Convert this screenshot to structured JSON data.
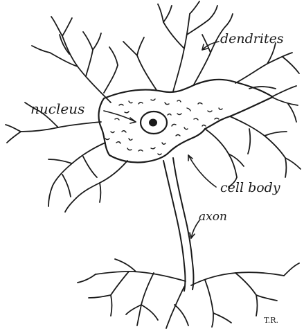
{
  "labels": {
    "dendrites": "dendrites",
    "nucleus": "nucleus",
    "cell_body": "cell body",
    "axon": "axon",
    "initials": "T.R."
  },
  "colors": {
    "ink": "#1a1a1a",
    "background": "#ffffff"
  }
}
